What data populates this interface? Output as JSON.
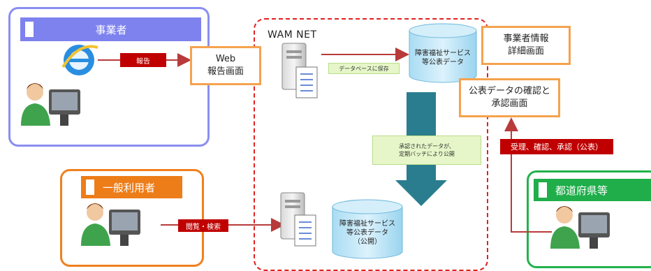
{
  "groups": {
    "business": "事業者",
    "public_user": "一般利用者",
    "prefecture": "都道府県等"
  },
  "wam_net": "WAM NET",
  "boxes": {
    "web_report": [
      "Web",
      "報告画面"
    ],
    "business_detail": [
      "事業者情報",
      "詳細画面"
    ],
    "confirm_approve": [
      "公表データの確認と",
      "承認画面"
    ]
  },
  "databases": {
    "top": [
      "障害福祉サービス",
      "等公表データ"
    ],
    "bottom": [
      "障害福祉サービス",
      "等公表データ",
      "（公開）"
    ]
  },
  "tags": {
    "report": "報告",
    "browse_search": "閲覧・検索",
    "accept_confirm": "受理、確認、承認（公表）",
    "save_db": "データベースに保存",
    "batch_publish": [
      "承認されたデータが、",
      "定期バッチにより公開"
    ]
  },
  "colors": {
    "business": "#7e82ee",
    "public_user": "#ed7d19",
    "prefecture": "#1fae4a",
    "wam_border": "#e02020",
    "tag_red": "#c00000",
    "box_border": "#f5a24e",
    "db_fill": "#bfe6f8",
    "batch_arrow": "#2a7d8e"
  },
  "icons": [
    "browser-icon",
    "user-icon",
    "server-icon",
    "database-icon",
    "batch-arrow"
  ]
}
